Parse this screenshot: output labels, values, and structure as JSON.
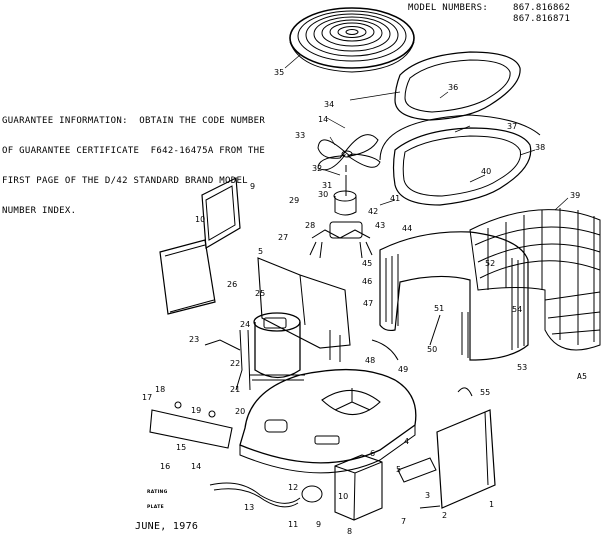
{
  "header": {
    "model_label": "MODEL NUMBERS:",
    "model_numbers": [
      "867.816862",
      "867.816871"
    ]
  },
  "guarantee": {
    "lines": [
      "GUARANTEE INFORMATION:  OBTAIN THE CODE NUMBER",
      "OF GUARANTEE CERTIFICATE  F642-16475A FROM THE",
      "FIRST PAGE OF THE D/42 STANDARD BRAND MODEL",
      "NUMBER INDEX."
    ]
  },
  "rating_plate_label": [
    "RATING",
    "PLATE"
  ],
  "date": "JUNE, 1976",
  "corner_code": "A5",
  "callouts": [
    "1",
    "2",
    "3",
    "4",
    "5",
    "6",
    "7",
    "8",
    "9",
    "10",
    "11",
    "12",
    "13",
    "14",
    "15",
    "16",
    "17",
    "18",
    "19",
    "20",
    "21",
    "22",
    "23",
    "24",
    "25",
    "26",
    "27",
    "28",
    "29",
    "30",
    "31",
    "32",
    "33",
    "34",
    "35",
    "36",
    "37",
    "38",
    "39",
    "40",
    "41",
    "42",
    "43",
    "44",
    "45",
    "46",
    "47",
    "48",
    "49",
    "50",
    "51",
    "52",
    "53",
    "54",
    "55"
  ]
}
